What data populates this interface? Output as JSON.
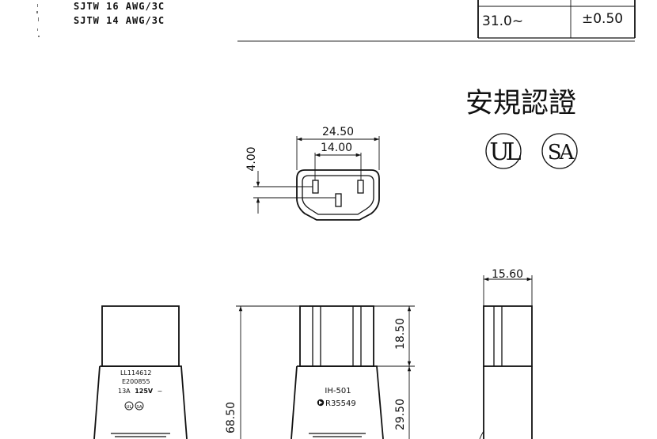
{
  "cable_specs": [
    "SJTW 16 AWG/3C",
    "SJTW 14 AWG/3C"
  ],
  "table_row": {
    "value": "31.0~",
    "tolerance": "±0.50"
  },
  "cert": {
    "title": "安規認證",
    "ul_mark": "UL",
    "csa_mark": "SA"
  },
  "front_view": {
    "width": "24.50",
    "pin_spacing": "14.00",
    "depth": "4.00"
  },
  "plug_label": {
    "line1": "LL114612",
    "line2": "E200855",
    "rating_prefix": "13A",
    "rating_bold": "125V",
    "rating_suffix": "~",
    "mini_ul": "UL",
    "mini_csa": "SA"
  },
  "mid_view": {
    "total_length": "68.50",
    "head_length": "18.50",
    "body_length": "29.50",
    "model": "IH-501",
    "reg_no": "R35549"
  },
  "side_view": {
    "thickness": "15.60"
  }
}
